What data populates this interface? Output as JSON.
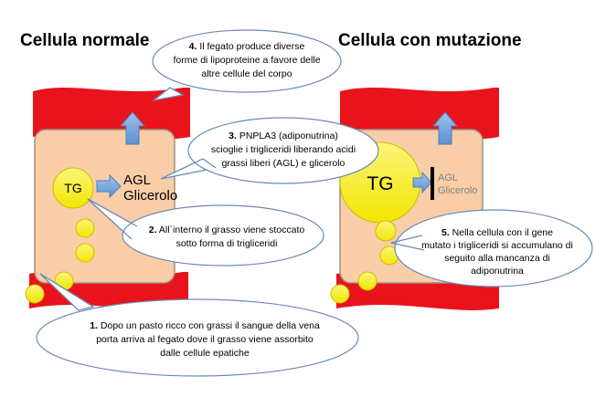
{
  "headings": {
    "left": "Cellula normale",
    "right": "Cellula con mutazione"
  },
  "left_cell": {
    "tg_label": "TG",
    "product_line1": "AGL",
    "product_line2": "Glicerolo"
  },
  "right_cell": {
    "tg_label": "TG",
    "product_line1": "AGL",
    "product_line2": "Glicerolo"
  },
  "callouts": [
    {
      "num": "1.",
      "lines": [
        "Dopo un pasto ricco con grassi il sangue della vena",
        "porta arriva al fegato dove il grasso viene assorbito",
        "dalle cellule epatiche"
      ]
    },
    {
      "num": "2.",
      "lines": [
        "All`interno il grasso viene stoccato",
        "sotto forma di trigliceridi"
      ]
    },
    {
      "num": "3.",
      "lines": [
        "PNPLA3 (adiponutrina)",
        "scioglie i trigliceridi liberando acidi",
        "grassi liberi (AGL) e glicerolo"
      ]
    },
    {
      "num": "4.",
      "lines": [
        "Il fegato produce diverse",
        "forme di lipoproteine a favore delle",
        "altre cellule del corpo"
      ]
    },
    {
      "num": "5.",
      "lines": [
        "Nella cellula con il gene",
        "mutato i trigliceridi si accumulano di",
        "seguito alla mancanza di",
        "adiponutrina"
      ]
    }
  ],
  "colors": {
    "vessel_red": "#e8131c",
    "cell_fill": "#f9cda8",
    "cell_stroke": "#a09080",
    "droplet_yellow": "#f7ef10",
    "arrow_blue": "#7aaadf",
    "callout_fill": "#ffffff",
    "callout_stroke": "#6b8ab5",
    "block_bar": "#000000",
    "muted_text": "#7f7f7f"
  }
}
